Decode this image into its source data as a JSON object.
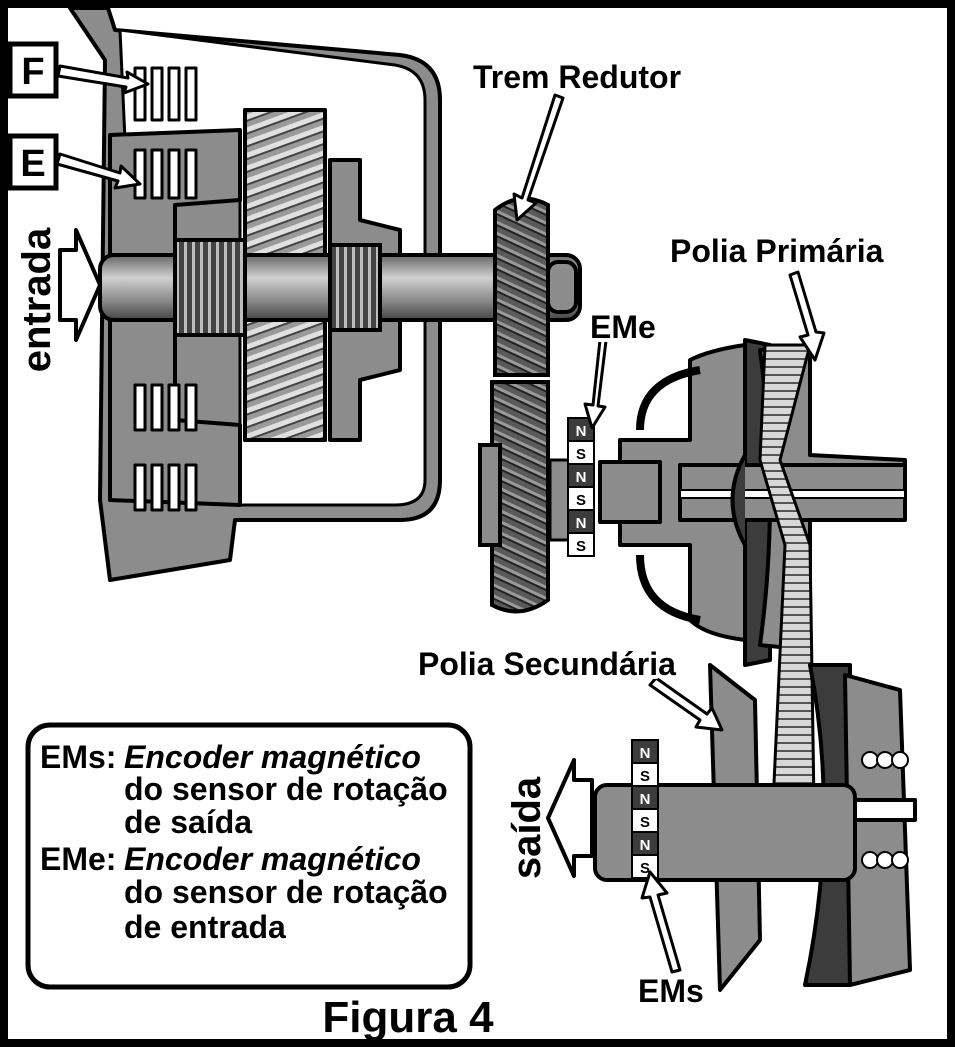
{
  "labels": {
    "f": "F",
    "e": "E",
    "entrada": "entrada",
    "saida": "saída",
    "trem_redutor": "Trem Redutor",
    "polia_primaria": "Polia Primária",
    "polia_secundaria": "Polia Secundária",
    "eme": "EMe",
    "ems": "EMs"
  },
  "magnets": {
    "input_encoder": [
      "N",
      "S",
      "N",
      "S",
      "N",
      "S"
    ],
    "output_encoder": [
      "N",
      "S",
      "N",
      "S",
      "N",
      "S"
    ]
  },
  "legend": {
    "ems_key": "EMs:",
    "ems_line1": "Encoder magnético",
    "ems_line2": "do sensor de rotação",
    "ems_line3": "de saída",
    "eme_key": "EMe:",
    "eme_line1": "Encoder magnético",
    "eme_line2": "do sensor de rotação",
    "eme_line3": "de entrada"
  },
  "caption": "Figura 4",
  "colors": {
    "background": "#ffffff",
    "frame": "#000000",
    "housing": "#8c8c8c",
    "light_metal": "#c8c8c8",
    "dark_metal": "#3c3c3c"
  }
}
